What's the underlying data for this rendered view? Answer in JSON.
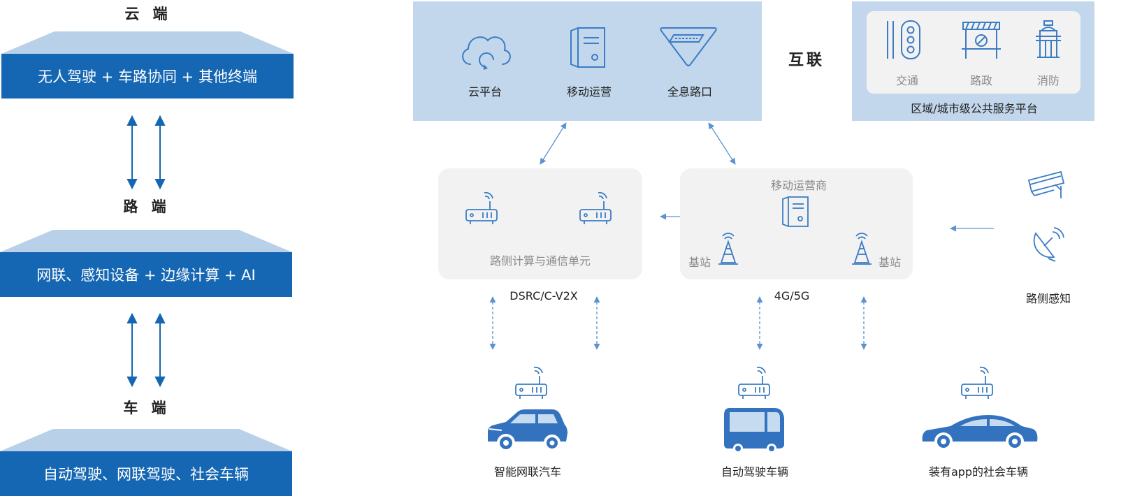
{
  "left_stack": {
    "cloud_title": "云 端",
    "cloud_bar": "无人驾驶 + 车路协同 + 其他终端",
    "road_title": "路 端",
    "road_bar": "网联、感知设备 + 边缘计算 + AI",
    "vehicle_title": "车 端",
    "vehicle_bar": "自动驾驶、网联驾驶、社会车辆"
  },
  "cloud_panel": {
    "items": [
      "云平台",
      "移动运营",
      "全息路口"
    ]
  },
  "interconnect_label": "互联",
  "public_platform": {
    "items": [
      "交通",
      "路政",
      "消防"
    ],
    "caption": "区域/城市级公共服务平台"
  },
  "road_panel": {
    "rsu_caption": "路侧计算与通信单元",
    "dsrc_label": "DSRC/C-V2X",
    "operator_title": "移动运营商",
    "base_station_left": "基站",
    "base_station_right": "基站",
    "network_label": "4G/5G"
  },
  "roadside_sensing": {
    "caption": "路侧感知"
  },
  "vehicles": {
    "items": [
      "智能网联汽车",
      "自动驾驶车辆",
      "装有app的社会车辆"
    ]
  },
  "colors": {
    "primary_blue": "#1566b3",
    "light_blue": "#c2d7ec",
    "trapezoid_blue": "#b8d0e8",
    "grey_panel": "#f2f2f2",
    "icon_blue": "#3b7cc4"
  }
}
